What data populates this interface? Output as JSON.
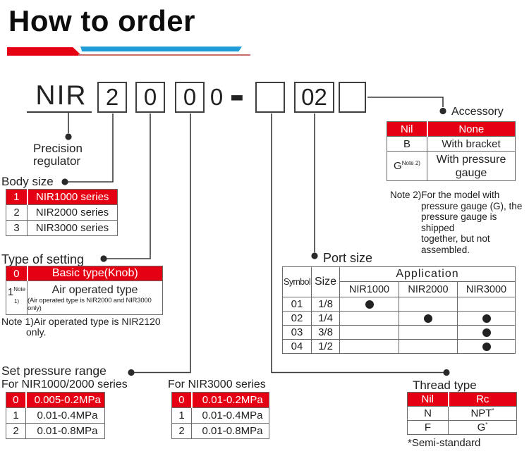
{
  "page": {
    "title": "How to order"
  },
  "colors": {
    "accent_red": "#e60013",
    "accent_blue": "#1f9cd8",
    "line": "#3c3c3c"
  },
  "model": {
    "prefix": "NIR",
    "prefix_label": "Precision\nregulator",
    "box1": "2",
    "box2": "0",
    "box3": "0",
    "free_digit": "0",
    "separator": "-",
    "blank_box_1": "",
    "port_box": "02",
    "blank_box_2": ""
  },
  "body_size": {
    "label": "Body size",
    "rows": [
      {
        "code": "1",
        "desc": "NIR1000 series"
      },
      {
        "code": "2",
        "desc": "NIR2000 series"
      },
      {
        "code": "3",
        "desc": "NIR3000 series"
      }
    ]
  },
  "type_of_setting": {
    "label": "Type of setting",
    "rows": [
      {
        "code": "0",
        "sup": "",
        "desc": "Basic type(Knob)",
        "subdesc": ""
      },
      {
        "code": "1",
        "sup": "Note 1)",
        "desc": "Air operated type",
        "subdesc": "(Air operated type is NIR2000 and NIR3000 only)"
      }
    ],
    "note_line1": "Note 1)Air operated type is NIR2120",
    "note_line2": "only."
  },
  "set_pressure_range": {
    "label": "Set pressure range",
    "table1": {
      "caption": "For NIR1000/2000 series",
      "rows": [
        {
          "code": "0",
          "desc": "0.005-0.2MPa"
        },
        {
          "code": "1",
          "desc": "0.01-0.4MPa"
        },
        {
          "code": "2",
          "desc": "0.01-0.8MPa"
        }
      ]
    },
    "table2": {
      "caption": "For NIR3000 series",
      "rows": [
        {
          "code": "0",
          "desc": "0.01-0.2MPa"
        },
        {
          "code": "1",
          "desc": "0.01-0.4MPa"
        },
        {
          "code": "2",
          "desc": "0.01-0.8MPa"
        }
      ]
    }
  },
  "port_size": {
    "label": "Port size",
    "col_symbol": "Symbol",
    "col_size": "Size",
    "col_application": "Application",
    "models": [
      "NIR1000",
      "NIR2000",
      "NIR3000"
    ],
    "rows": [
      {
        "symbol": "01",
        "size": "1/8",
        "nir1000": true,
        "nir2000": false,
        "nir3000": false
      },
      {
        "symbol": "02",
        "size": "1/4",
        "nir1000": false,
        "nir2000": true,
        "nir3000": true
      },
      {
        "symbol": "03",
        "size": "3/8",
        "nir1000": false,
        "nir2000": false,
        "nir3000": true
      },
      {
        "symbol": "04",
        "size": "1/2",
        "nir1000": false,
        "nir2000": false,
        "nir3000": true
      }
    ]
  },
  "accessory": {
    "label": "Accessory",
    "rows": [
      {
        "code": "Nil",
        "sup": "",
        "desc": "None"
      },
      {
        "code": "B",
        "sup": "",
        "desc": "With bracket"
      },
      {
        "code": "G",
        "sup": "Note 2)",
        "desc": "With pressure gauge"
      }
    ],
    "note_lines": [
      "Note 2)For the model with",
      "pressure gauge (G), the",
      "pressure gauge is shipped",
      "together, but not",
      "assembled."
    ]
  },
  "thread_type": {
    "label": "Thread type",
    "rows": [
      {
        "code": "Nil",
        "desc": "Rc",
        "sup": ""
      },
      {
        "code": "N",
        "desc": "NPT",
        "sup": "*"
      },
      {
        "code": "F",
        "desc": "G",
        "sup": "*"
      }
    ],
    "footnote": "*Semi-standard"
  }
}
